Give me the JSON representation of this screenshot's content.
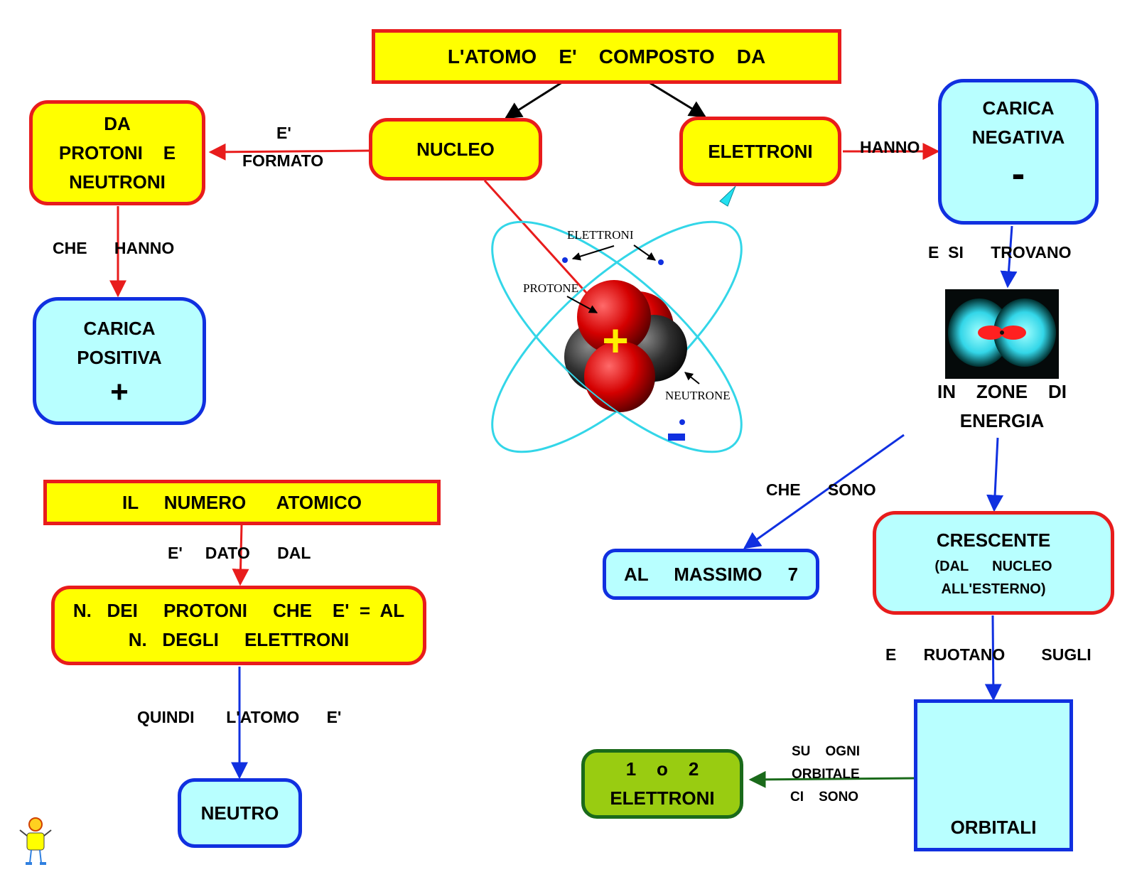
{
  "nodes": {
    "title": "L'ATOMO    E'    COMPOSTO    DA",
    "nucleo": "NUCLEO",
    "elettroni": "ELETTRONI",
    "protoni_neutroni": [
      "DA",
      "PROTONI    E",
      "NEUTRONI"
    ],
    "carica_positiva": [
      "CARICA",
      "POSITIVA"
    ],
    "plus_symbol": "+",
    "carica_negativa": [
      "CARICA",
      "NEGATIVA"
    ],
    "minus_symbol": "-",
    "zone_energia": [
      "IN    ZONE    DI",
      "ENERGIA"
    ],
    "massimo": "AL     MASSIMO     7",
    "crescente": "CRESCENTE",
    "crescente_sub": [
      "(DAL      NUCLEO",
      "ALL'ESTERNO)"
    ],
    "orbitali": "ORBITALI",
    "elettroni_count": [
      "1    o    2",
      "ELETTRONI"
    ],
    "numero_atomico": "IL     NUMERO      ATOMICO",
    "protoni_eq": [
      "N.   DEI     PROTONI     CHE    E'  =  AL",
      "N.   DEGLI     ELETTRONI"
    ],
    "neutro": "NEUTRO"
  },
  "links": {
    "e_formato": [
      "E'",
      "FORMATO"
    ],
    "che_hanno": "CHE      HANNO",
    "hanno": "HANNO",
    "e_si_trovano": "E  SI      TROVANO",
    "che_sono": "CHE      SONO",
    "e_ruotano": "E      RUOTANO        SUGLI",
    "su_ogni": [
      "SU    OGNI",
      "ORBITALE",
      "CI    SONO"
    ],
    "e_dato_dal": "E'     DATO      DAL",
    "quindi": "QUINDI       L'ATOMO      E'"
  },
  "atom_image": {
    "labels": {
      "elettroni": "ELETTRONI",
      "protone": "PROTONE",
      "neutrone": "NEUTRONE"
    },
    "plus": "+"
  },
  "colors": {
    "yellow_fill": "#ffff00",
    "cyan_fill": "#b8ffff",
    "green_fill": "#99cc11",
    "red_border": "#e81c1c",
    "blue_border": "#1030e0",
    "red_arrow": "#e81c1c",
    "blue_arrow": "#1030e0",
    "green_arrow": "#1a6a1a",
    "orbit": "#33d6e8"
  }
}
